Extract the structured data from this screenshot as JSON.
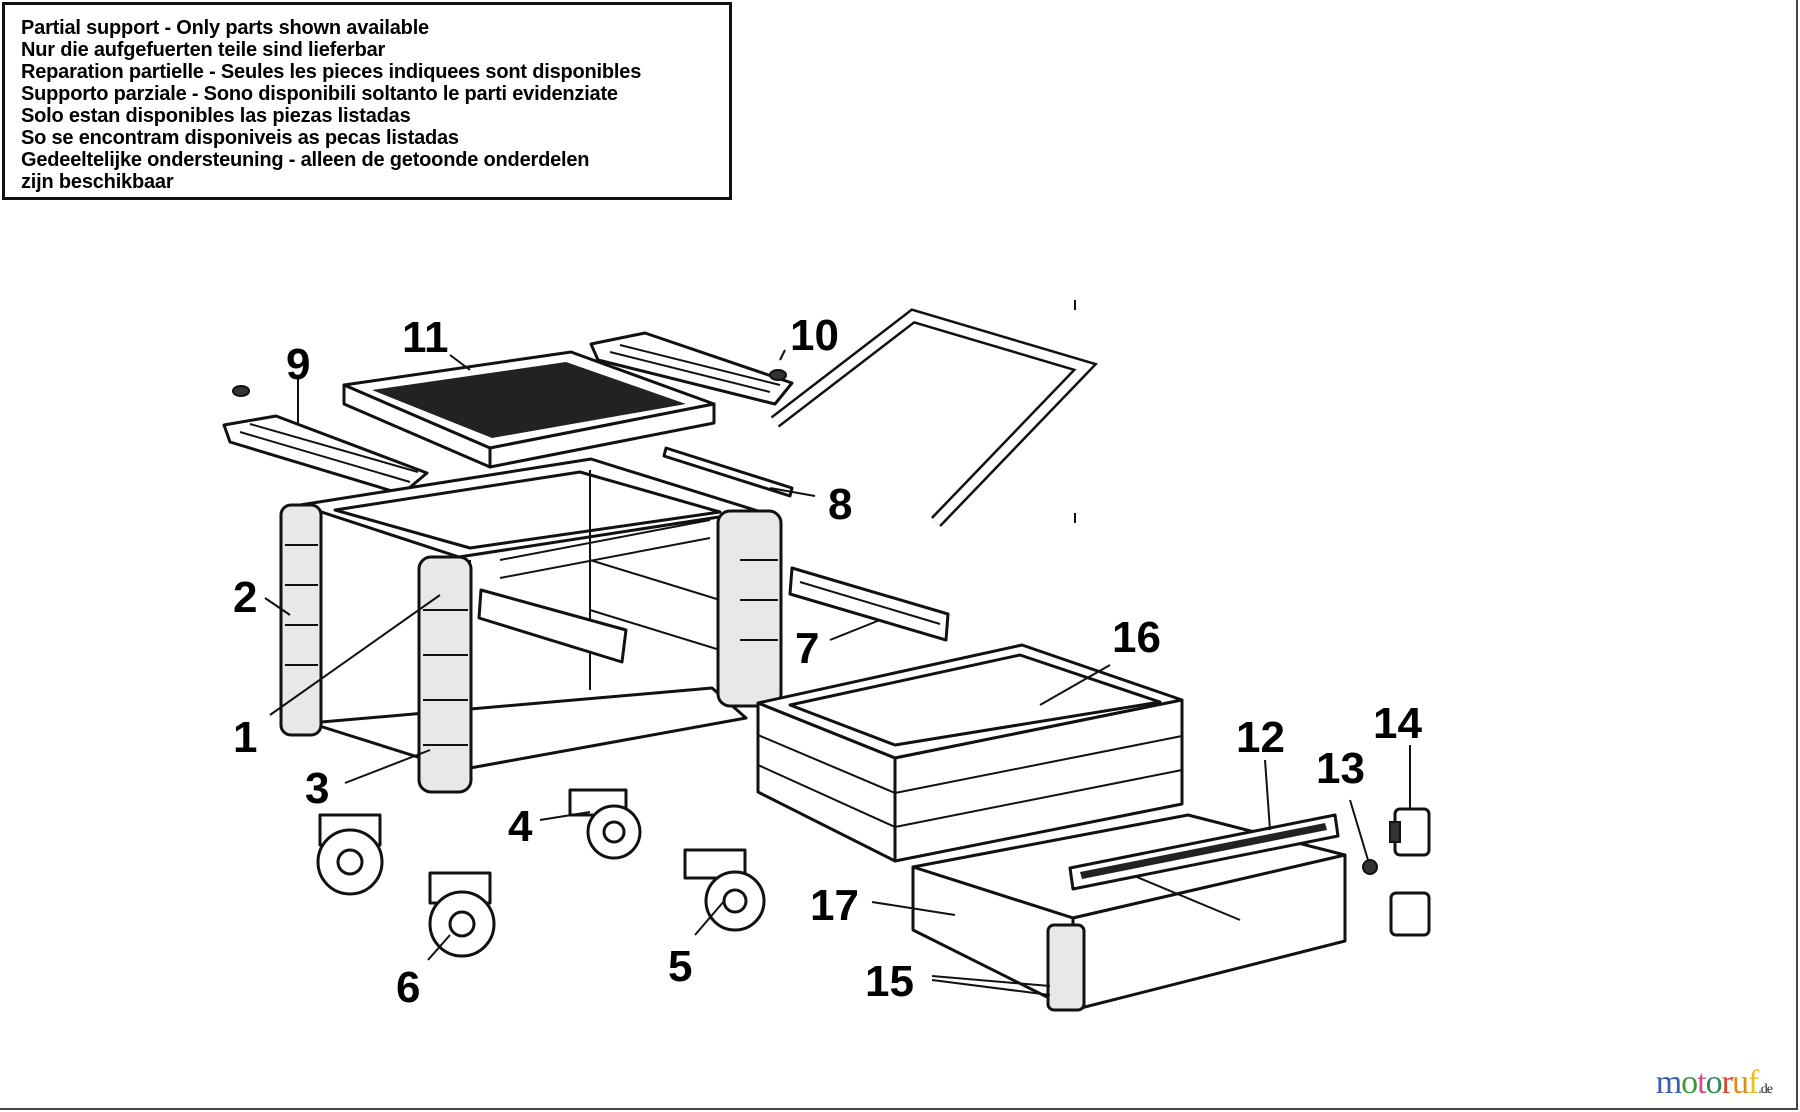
{
  "notice": {
    "lines": [
      "Partial support - Only parts shown available",
      "Nur die aufgefuerten teile sind lieferbar",
      "Reparation partielle - Seules les pieces indiquees sont disponibles",
      "Supporto parziale - Sono disponibili soltanto le parti evidenziate",
      "Solo estan disponibles las piezas listadas",
      "So se encontram disponiveis as pecas listadas",
      "Gedeeltelijke ondersteuning - alleen de getoonde onderdelen",
      "zijn beschikbaar"
    ]
  },
  "callouts": [
    "1",
    "2",
    "3",
    "4",
    "5",
    "6",
    "7",
    "8",
    "9",
    "10",
    "11",
    "12",
    "13",
    "14",
    "15",
    "16",
    "17"
  ],
  "logo": {
    "letters": [
      "m",
      "o",
      "t",
      "o",
      "r",
      "u",
      "f"
    ],
    "suffix": ".de",
    "colors": [
      "#3b5fb0",
      "#3a9a3a",
      "#d24a8a",
      "#2e8b57",
      "#d8442a",
      "#e08a1a",
      "#e8c020"
    ]
  }
}
